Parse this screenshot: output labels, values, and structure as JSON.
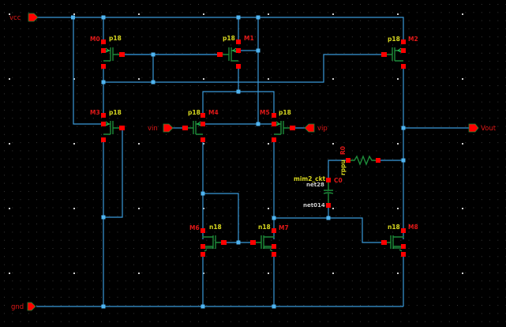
{
  "app": {
    "view": "schematic-editor"
  },
  "ports": {
    "vcc": {
      "label": "vcc",
      "direction": "input"
    },
    "gnd": {
      "label": "gnd",
      "direction": "input"
    },
    "vin": {
      "label": "vin",
      "direction": "input"
    },
    "vip": {
      "label": "vip",
      "direction": "input"
    },
    "vout": {
      "label": "Vout",
      "direction": "output"
    }
  },
  "devices": {
    "M0": {
      "name": "M0",
      "model": "p18",
      "type": "pmos"
    },
    "M1": {
      "name": "M1",
      "model": "p18",
      "type": "pmos"
    },
    "M2": {
      "name": "M2",
      "model": "p18",
      "type": "pmos"
    },
    "M3": {
      "name": "M3",
      "model": "p18",
      "type": "pmos"
    },
    "M4": {
      "name": "M4",
      "model": "p18",
      "type": "pmos"
    },
    "M5": {
      "name": "M5",
      "model": "p18",
      "type": "pmos"
    },
    "M6": {
      "name": "M6",
      "model": "n18",
      "type": "nmos"
    },
    "M7": {
      "name": "M7",
      "model": "n18",
      "type": "nmos"
    },
    "M8": {
      "name": "M8",
      "model": "n18",
      "type": "nmos"
    },
    "R0": {
      "name": "R0",
      "model": "rppu",
      "type": "resistor"
    },
    "C0": {
      "name": "C0",
      "model": "mim2_ckt",
      "type": "capacitor"
    }
  },
  "nets": {
    "cap_top": "net28",
    "cap_bottom": "net014"
  },
  "colors": {
    "background": "#000000",
    "wire": "#3a9ad9",
    "pin": "#ff0000",
    "instance_label": "#e01818",
    "model_label": "#d8d820",
    "device_body": "#1e8c3a",
    "junction": "#4fb4f0"
  }
}
